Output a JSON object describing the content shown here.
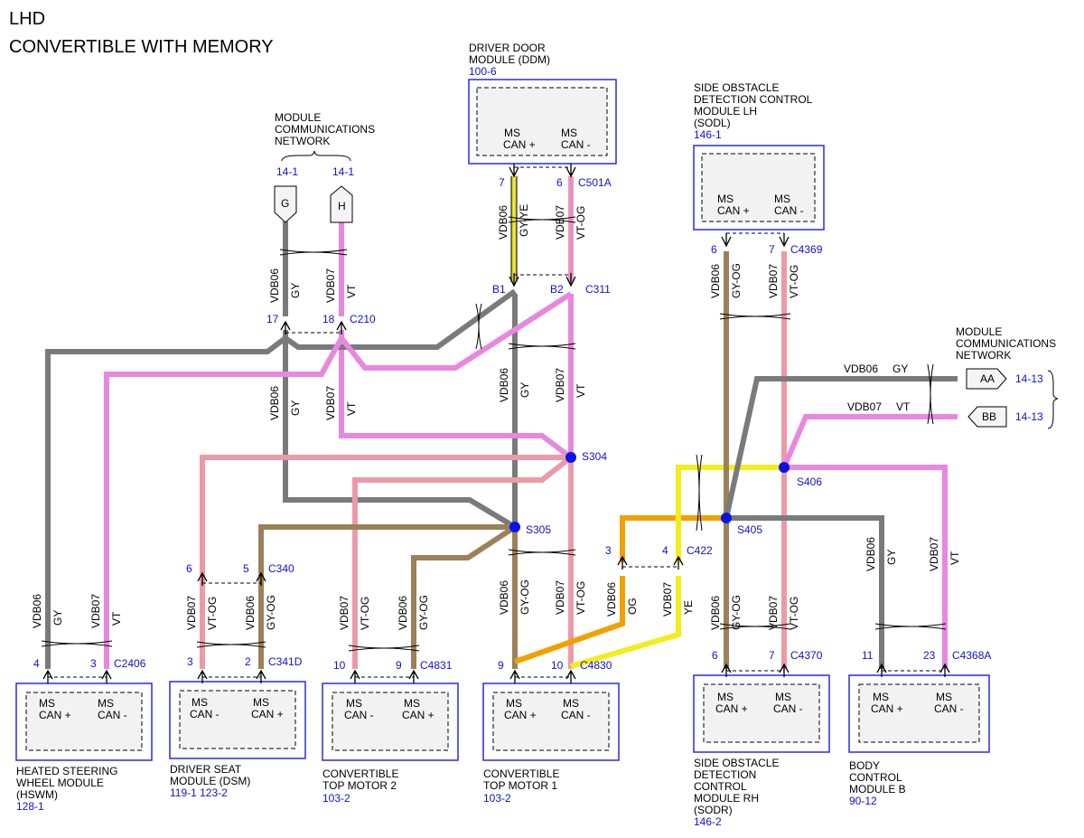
{
  "header": {
    "line1": "LHD",
    "line2": "CONVERTIBLE WITH MEMORY"
  },
  "modules": {
    "ddm": {
      "n1": "DRIVER DOOR",
      "n2": "MODULE (DDM)",
      "ref": "100-6",
      "p1a": "MS",
      "p1b": "CAN +",
      "p2a": "MS",
      "p2b": "CAN -"
    },
    "sodl": {
      "n1": "SIDE OBSTACLE",
      "n2": "DETECTION CONTROL",
      "n3": "MODULE LH",
      "n4": "(SODL)",
      "ref": "146-1",
      "p1a": "MS",
      "p1b": "CAN +",
      "p2a": "MS",
      "p2b": "CAN -"
    },
    "hswm": {
      "n1": "HEATED STEERING",
      "n2": "WHEEL MODULE",
      "n3": "(HSWM)",
      "ref": "128-1",
      "p1a": "MS",
      "p1b": "CAN +",
      "p2a": "MS",
      "p2b": "CAN -"
    },
    "dsm": {
      "n1": "DRIVER SEAT",
      "n2": "MODULE (DSM)",
      "ref": "119-1  123-2",
      "p1a": "MS",
      "p1b": "CAN -",
      "p2a": "MS",
      "p2b": "CAN +"
    },
    "ctm2": {
      "n1": "CONVERTIBLE",
      "n2": "TOP MOTOR 2",
      "ref": "103-2",
      "p1a": "MS",
      "p1b": "CAN -",
      "p2a": "MS",
      "p2b": "CAN +"
    },
    "ctm1": {
      "n1": "CONVERTIBLE",
      "n2": "TOP MOTOR 1",
      "ref": "103-2",
      "p1a": "MS",
      "p1b": "CAN +",
      "p2a": "MS",
      "p2b": "CAN -"
    },
    "sodr": {
      "n1": "SIDE OBSTACLE",
      "n2": "DETECTION",
      "n3": "CONTROL",
      "n4": "MODULE RH",
      "n5": "(SODR)",
      "ref": "146-2",
      "p1a": "MS",
      "p1b": "CAN +",
      "p2a": "MS",
      "p2b": "CAN -"
    },
    "bcm": {
      "n1": "BODY",
      "n2": "CONTROL",
      "n3": "MODULE B",
      "ref": "90-12",
      "p1a": "MS",
      "p1b": "CAN +",
      "p2a": "MS",
      "p2b": "CAN -"
    }
  },
  "network_left": {
    "l1": "MODULE",
    "l2": "COMMUNICATIONS",
    "l3": "NETWORK",
    "refG": "14-1",
    "refH": "14-1",
    "flagG": "G",
    "flagH": "H"
  },
  "network_right": {
    "l1": "MODULE",
    "l2": "COMMUNICATIONS",
    "l3": "NETWORK",
    "refAA": "14-13",
    "refBB": "14-13",
    "flagAA": "AA",
    "flagBB": "BB"
  },
  "connectors": {
    "c501a": "C501A",
    "c311": "C311",
    "c210": "C210",
    "c4369": "C4369",
    "c340": "C340",
    "c341d": "C341D",
    "c4831": "C4831",
    "c4830": "C4830",
    "c422": "C422",
    "c2406": "C2406",
    "c4370": "C4370",
    "c4368a": "C4368A"
  },
  "pins": {
    "ddm7": "7",
    "ddm6": "6",
    "b1": "B1",
    "b2": "B2",
    "p17": "17",
    "p18": "18",
    "sodl6": "6",
    "sodl7": "7",
    "c340_6": "6",
    "c340_5": "5",
    "c341_3": "3",
    "c341_2": "2",
    "c4831_10": "10",
    "c4831_9": "9",
    "c4830_9": "9",
    "c4830_10": "10",
    "c422_3": "3",
    "c422_4": "4",
    "c2406_4": "4",
    "c2406_3": "3",
    "c4370_6": "6",
    "c4370_7": "7",
    "c4368_11": "11",
    "c4368_23": "23"
  },
  "splices": {
    "s304": "S304",
    "s305": "S305",
    "s405": "S405",
    "s406": "S406"
  },
  "wires": {
    "vdb06": "VDB06",
    "vdb07": "VDB07",
    "gy": "GY",
    "vt": "VT",
    "gyye": "GY-YE",
    "gyog": "GY-OG",
    "vtog": "VT-OG",
    "og": "OG",
    "ye": "YE"
  },
  "colors": {
    "gray": "#7a7a7a",
    "pink": "#e887e0",
    "tan": "#9c8058",
    "salmon": "#ec9aa8",
    "orange": "#f2a000",
    "yellow": "#f4ec1c",
    "olive": "#9a9848",
    "blue": "#0a14e6",
    "module_border": "#2a2ae0"
  }
}
